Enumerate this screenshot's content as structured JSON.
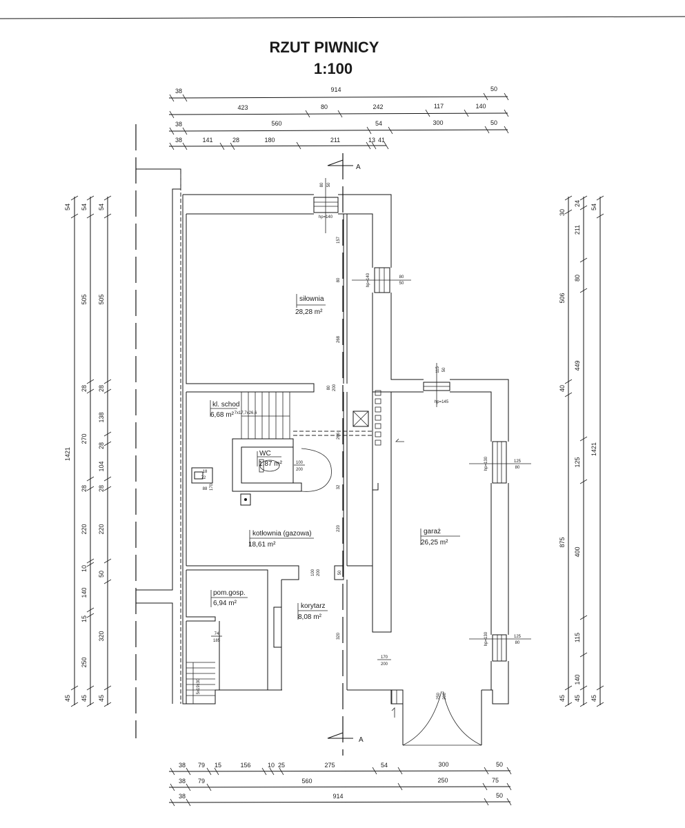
{
  "title": {
    "line1": "RZUT   PIWNICY",
    "line2": "1:100"
  },
  "dims_top": [
    [
      "38",
      "914",
      "50"
    ],
    [
      "423",
      "80",
      "242",
      "117",
      "140"
    ],
    [
      "38",
      "560",
      "54",
      "300",
      "50"
    ],
    [
      "38",
      "141",
      "28",
      "180",
      "211",
      "13",
      "41"
    ]
  ],
  "dims_bottom": [
    [
      "38",
      "79",
      "15",
      "156",
      "10",
      "25",
      "275",
      "54",
      "300",
      "50"
    ],
    [
      "38",
      "79",
      "560",
      "250",
      "75"
    ],
    [
      "38",
      "914",
      "50"
    ]
  ],
  "dims_left": [
    [
      "54",
      "1421",
      "45"
    ],
    [
      "54",
      "505",
      "28",
      "270",
      "28",
      "220",
      "10",
      "140",
      "15",
      "250",
      "45"
    ],
    [
      "54",
      "505",
      "28",
      "138",
      "28",
      "104",
      "28",
      "220",
      "50",
      "320",
      "45"
    ]
  ],
  "dims_right": [
    [
      "30",
      "506",
      "40",
      "875",
      "45"
    ],
    [
      "24",
      "211",
      "80",
      "449",
      "125",
      "400",
      "115",
      "140",
      "45"
    ],
    [
      "54",
      "1421",
      "45"
    ]
  ],
  "rooms": [
    {
      "name": "siłownia",
      "area": "28,28  m²"
    },
    {
      "name": "kl. schod",
      "area": "6,68  m²"
    },
    {
      "name": "WC",
      "area": "1,87  m²"
    },
    {
      "name": "kotłownia (gazowa)",
      "area": "18,61  m²"
    },
    {
      "name": "garaż",
      "area": "26,25  m²"
    },
    {
      "name": "pom.gosp.",
      "area": "6,94  m²"
    },
    {
      "name": "korytarz",
      "area": "8,08  m²"
    }
  ],
  "section_mark": "A",
  "inner_dims": {
    "v157": "157",
    "v80": "80",
    "v268": "268",
    "v266": "266",
    "v32": "32",
    "v220": "220",
    "v320": "320",
    "v80_200": "80",
    "v200": "200"
  },
  "openings": {
    "top_win": [
      "80",
      "50",
      "hp=140"
    ],
    "right_win1": [
      "80",
      "50",
      "hp=140"
    ],
    "garage_top": [
      "115",
      "50",
      "hp=145"
    ],
    "garage_w1": [
      "125",
      "80",
      "hp=130"
    ],
    "garage_w2": [
      "125",
      "80",
      "hp=130"
    ],
    "wc_door": [
      "100",
      "200"
    ],
    "kotl_door": [
      "100",
      "200"
    ],
    "pom_door": [
      "74",
      "185"
    ],
    "kory_door": [
      "170",
      "200"
    ],
    "gar_door": [
      "250",
      "200"
    ],
    "stairs_top": "7x17,7x26,6",
    "stairs_bot": "5x19x30",
    "niche": [
      "18",
      "72",
      "88",
      "170"
    ]
  }
}
